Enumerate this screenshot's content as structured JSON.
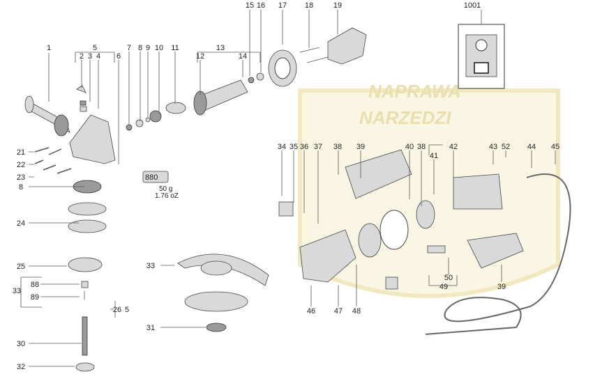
{
  "diagram": {
    "watermark": [
      "NAPRAWA",
      "NARZEDZI"
    ],
    "grease_tube": {
      "code": "880",
      "weight": "50 g",
      "weight_oz": "1.76 oZ"
    },
    "inset_label": "1001",
    "labels": [
      "1",
      "5",
      "2",
      "3",
      "4",
      "6",
      "7",
      "8",
      "9",
      "10",
      "11",
      "13",
      "12",
      "14",
      "15",
      "16",
      "17",
      "18",
      "19",
      "1001",
      "21",
      "22",
      "23",
      "8",
      "24",
      "25",
      "88",
      "33",
      "89",
      "26",
      "5",
      "30",
      "32",
      "33",
      "31",
      "34",
      "35",
      "36",
      "37",
      "38",
      "39",
      "40",
      "38",
      "42",
      "41",
      "43",
      "52",
      "44",
      "45",
      "46",
      "47",
      "48",
      "49",
      "50",
      "39"
    ]
  }
}
